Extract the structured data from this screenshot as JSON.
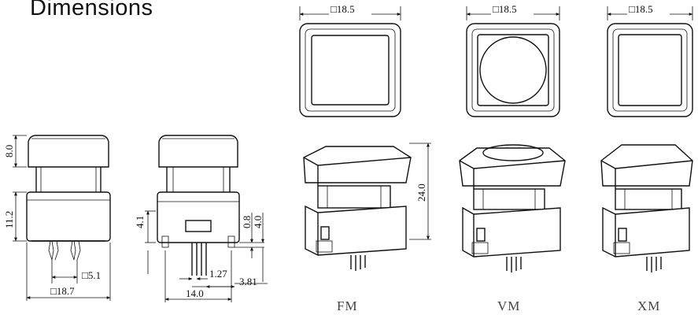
{
  "title": "Dimensions",
  "dims": {
    "side_h_top": "8.0",
    "side_h_body": "11.2",
    "side_w": "□18.7",
    "side_pin": "□5.1",
    "front_h_41": "4.1",
    "front_h_08": "0.8",
    "front_h_40": "4.0",
    "front_127": "1.27",
    "front_381": "3.81",
    "front_14": "14.0",
    "top_fm": "□18.5",
    "top_vm": "□18.5",
    "top_xm": "□18.5",
    "iso_h": "24.0"
  },
  "variants": [
    "FM",
    "VM",
    "XM"
  ]
}
